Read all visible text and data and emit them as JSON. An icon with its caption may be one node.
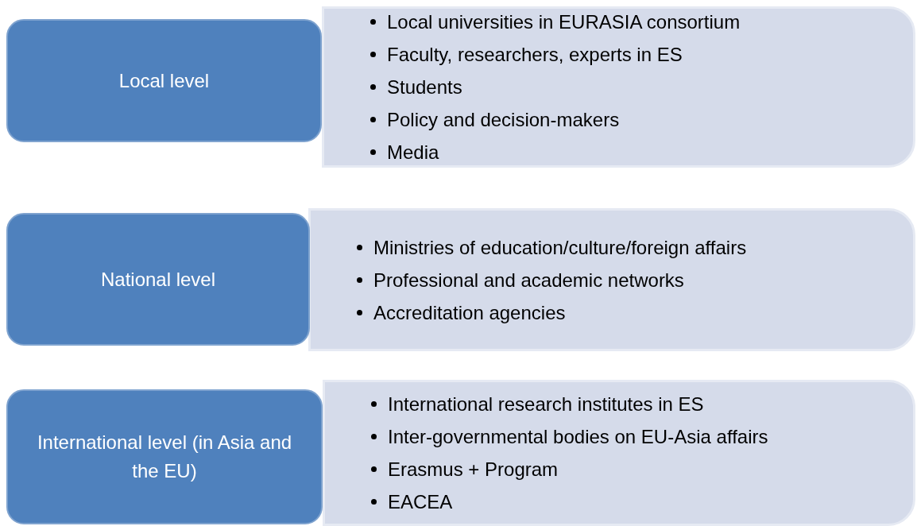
{
  "diagram": {
    "nodes": [
      {
        "text": [
          "Local level"
        ]
      },
      {
        "text": [
          "Local universities in EURASIA consortium",
          "Faculty, researchers, experts in ES",
          "Students",
          "Policy and decision-makers",
          "Media"
        ]
      },
      {
        "text": [
          "National level"
        ]
      },
      {
        "text": [
          "Ministries of education/culture/foreign affairs",
          "Professional and academic networks",
          "Accreditation agencies"
        ]
      },
      {
        "text": [
          "International level (in Asia and the EU)"
        ]
      },
      {
        "text": [
          "International research institutes in ES",
          "Inter-governmental bodies on EU-Asia affairs",
          "Erasmus + Program",
          "EACEA"
        ]
      }
    ],
    "edges": []
  }
}
